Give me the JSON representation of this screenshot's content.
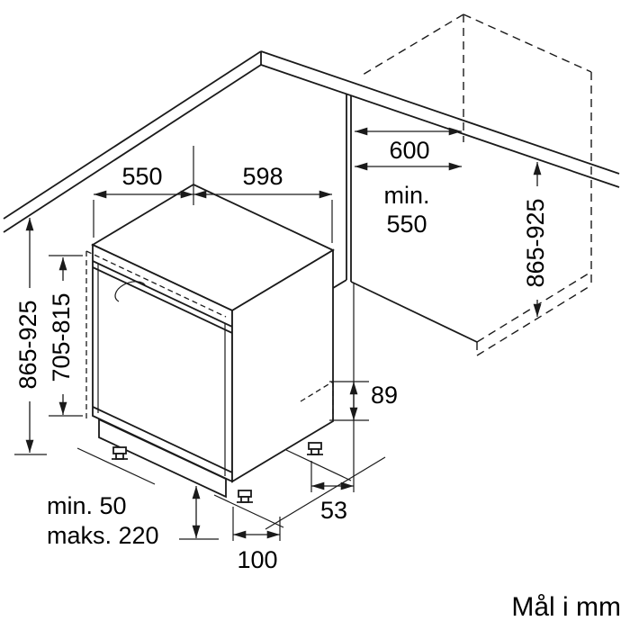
{
  "page": {
    "background": "#ffffff",
    "line_color": "#1a1a1a"
  },
  "caption": "Mål i mm",
  "dimensions": {
    "top_depth": "550",
    "top_width": "598",
    "niche_width": "600",
    "niche_depth": {
      "line1": "min.",
      "line2": "550"
    },
    "left_total_height": "865-925",
    "door_panel_height": "705-815",
    "right_niche_height": "865-925",
    "base_height": "89",
    "rear_foot_offset": "53",
    "front_foot_offset": "100",
    "plinth_clearance": {
      "line1": "min. 50",
      "line2": "maks. 220"
    }
  }
}
